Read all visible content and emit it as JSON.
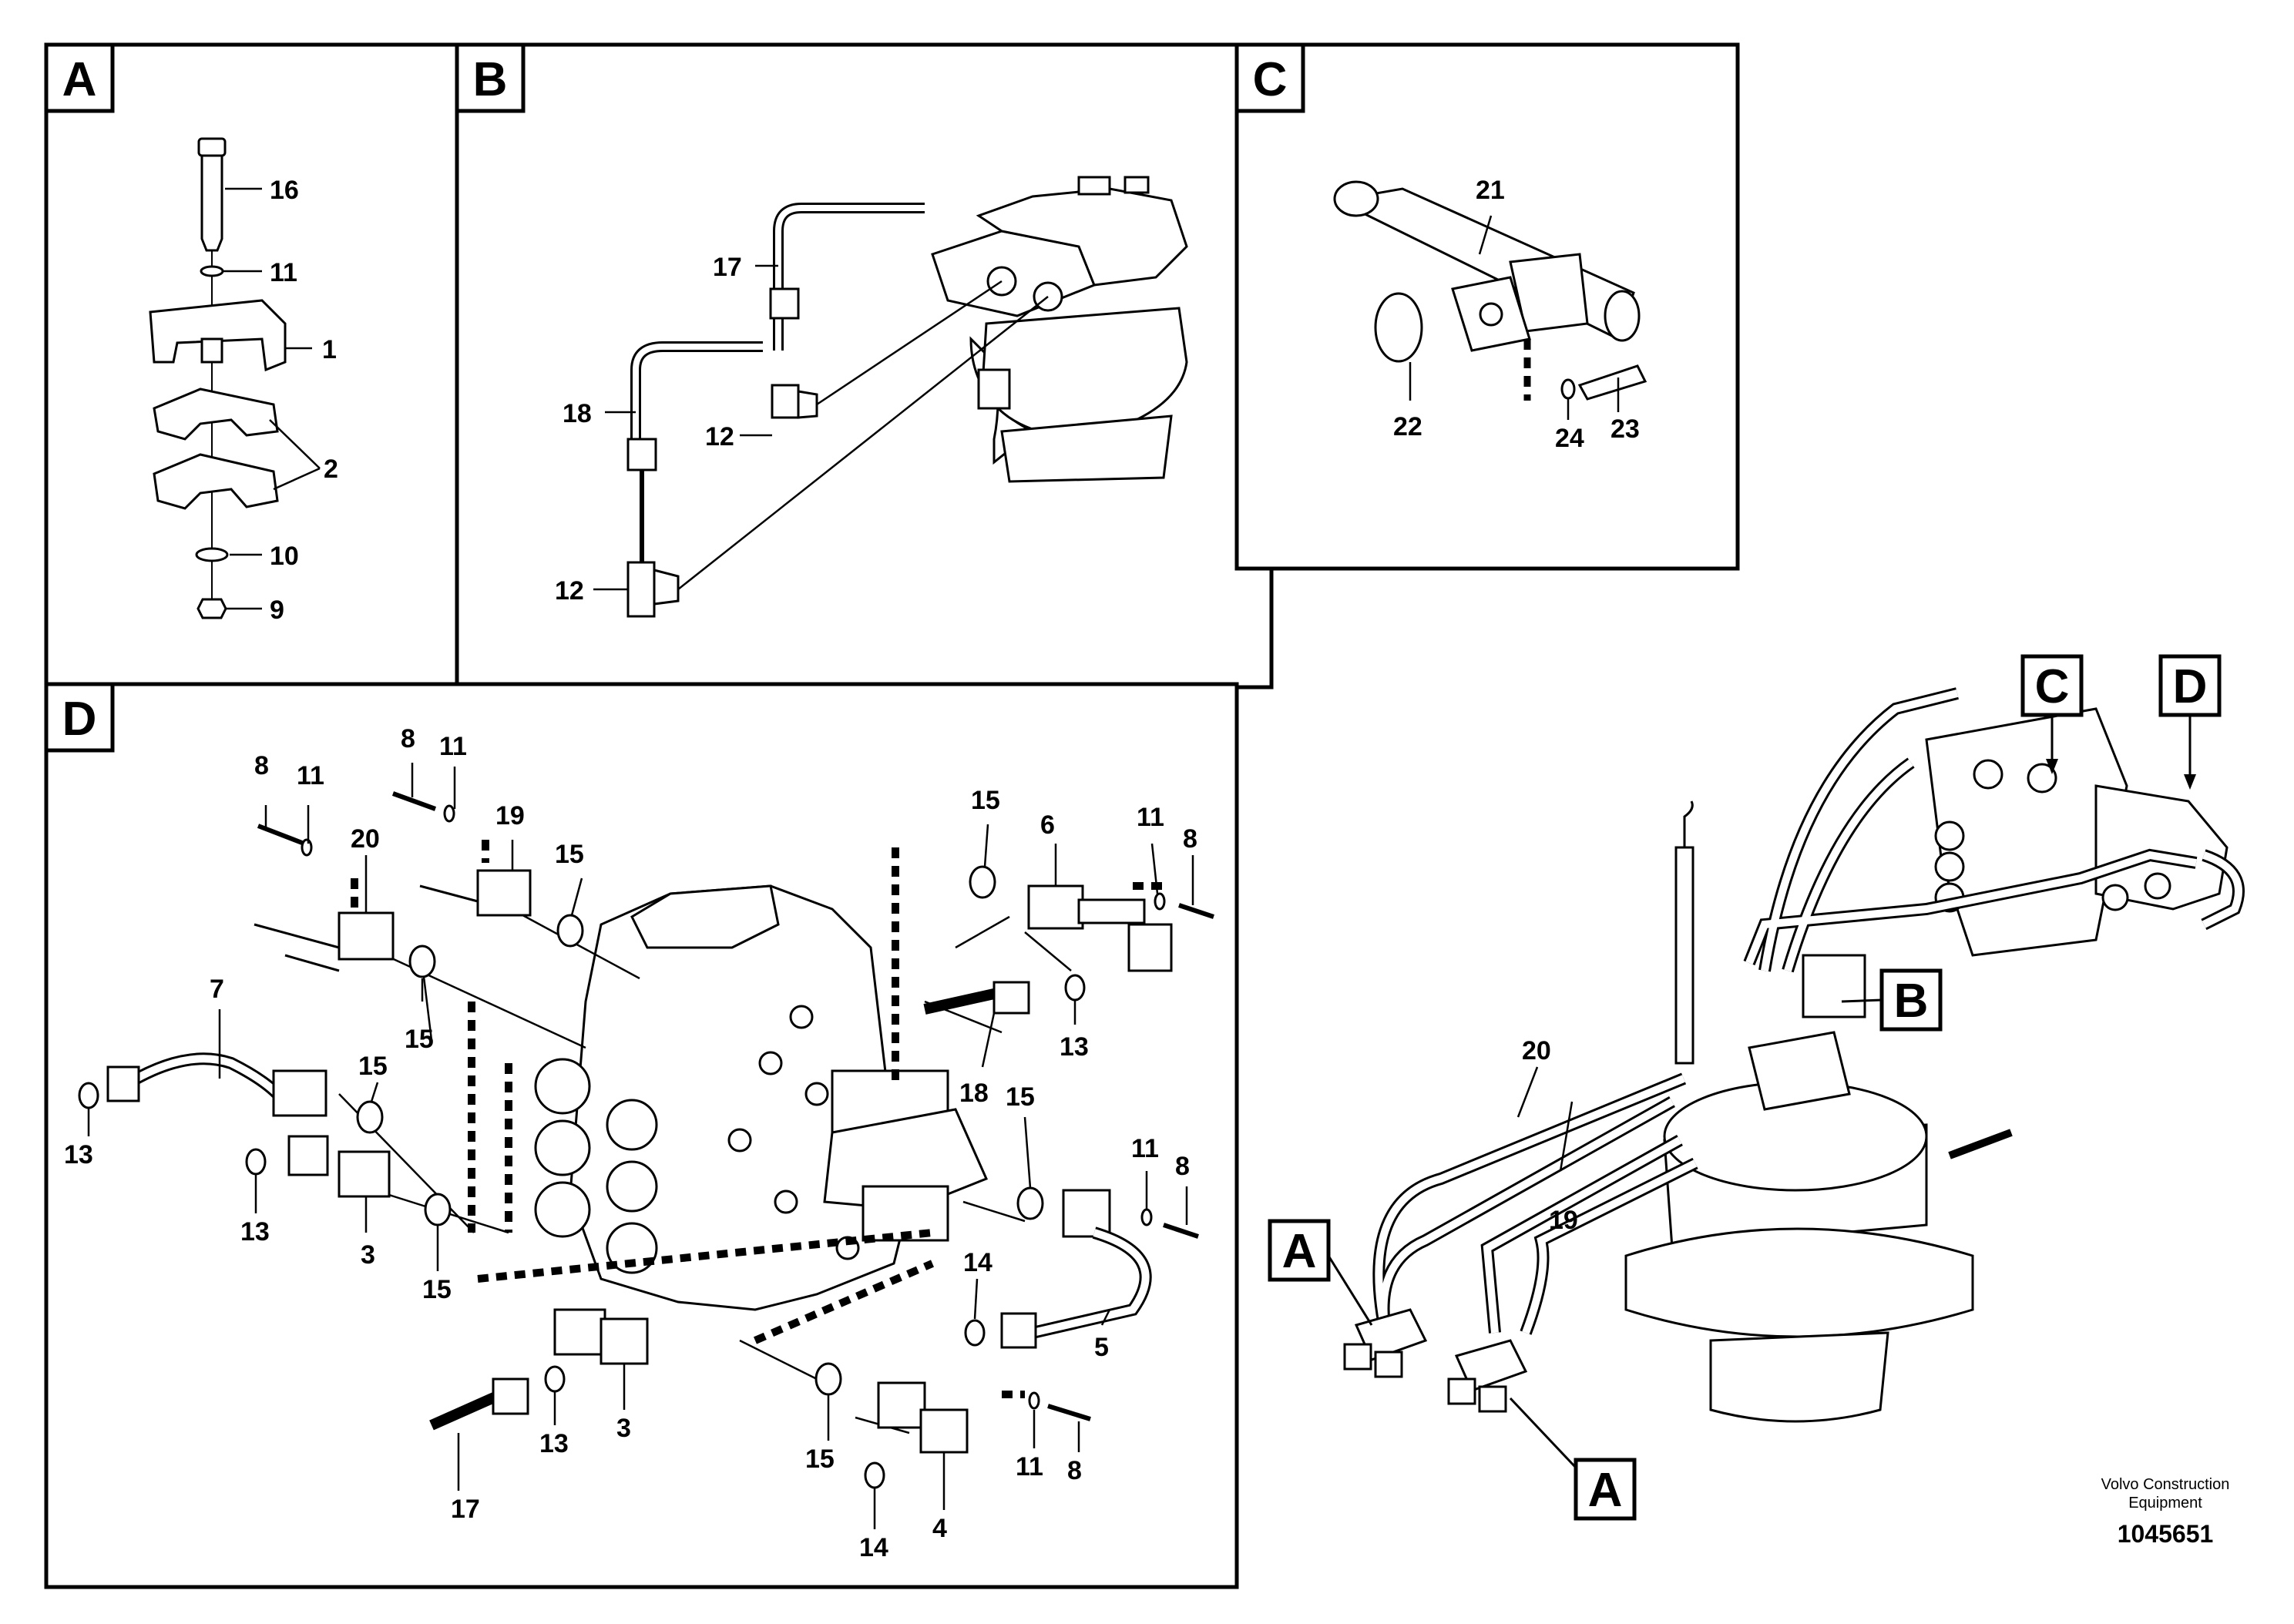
{
  "panel_tags": [
    "A",
    "B",
    "C",
    "D"
  ],
  "overview_tags": {
    "c": "C",
    "d": "D",
    "b": "B",
    "a1": "A",
    "a2": "A"
  },
  "callouts": {
    "a": [
      "16",
      "11",
      "1",
      "2",
      "10",
      "9"
    ],
    "b": [
      "17",
      "18",
      "12",
      "12"
    ],
    "c": [
      "21",
      "22",
      "24",
      "23"
    ],
    "d": [
      "8",
      "11",
      "19",
      "8",
      "11",
      "20",
      "15",
      "15",
      "6",
      "11",
      "8",
      "7",
      "15",
      "15",
      "18",
      "13",
      "15",
      "11",
      "8",
      "13",
      "13",
      "3",
      "15",
      "14",
      "5",
      "13",
      "3",
      "17",
      "15",
      "14",
      "4",
      "11",
      "8"
    ],
    "overview": [
      "20",
      "19"
    ]
  },
  "footer": {
    "manufacturer": "Volvo Construction Equipment",
    "drawing_id": "1045651"
  }
}
